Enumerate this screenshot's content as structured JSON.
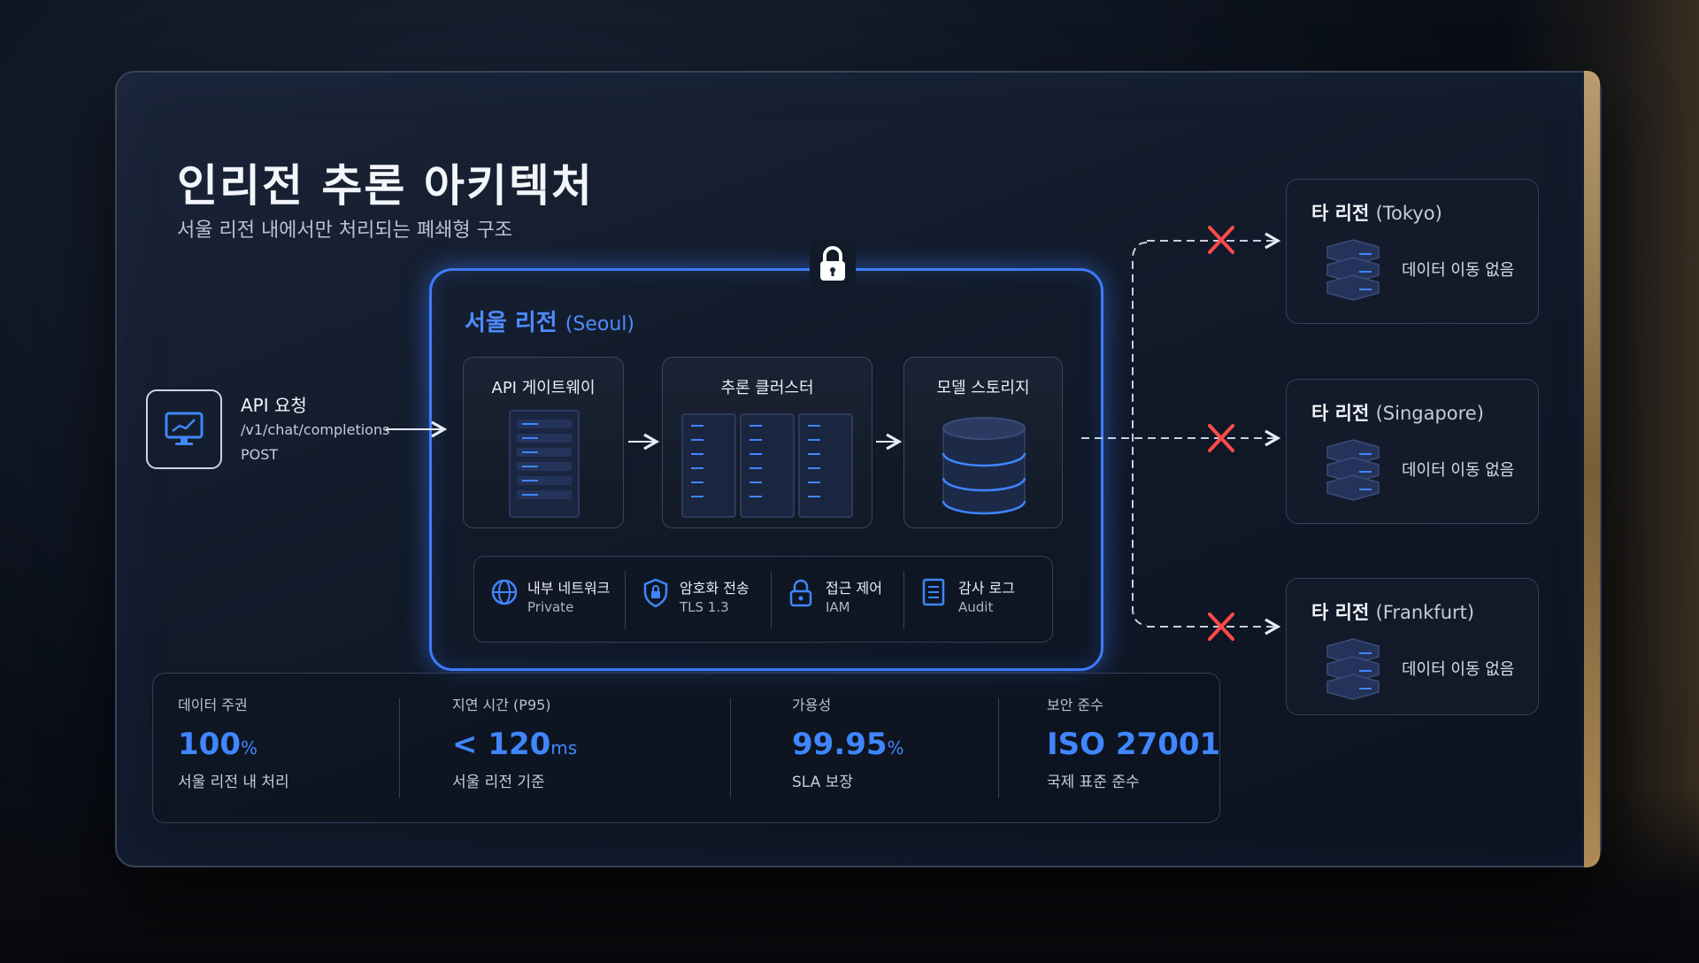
{
  "header": {
    "title": "인리전 추론 아키텍처",
    "subtitle": "서울 리전 내에서만 처리되는 폐쇄형 구조"
  },
  "api_request": {
    "title": "API 요청",
    "path": "/v1/chat/completions",
    "method": "POST",
    "icon": "monitor-icon"
  },
  "seoul_region": {
    "name": "서울 리전",
    "name_en": "(Seoul)",
    "border_color": "#3e7bff",
    "icon": "lock-icon",
    "components": [
      {
        "label": "API 게이트웨이",
        "icon": "server-rack-icon"
      },
      {
        "label": "추론 클러스터",
        "icon": "server-cluster-icon"
      },
      {
        "label": "모델 스토리지",
        "icon": "database-icon"
      }
    ],
    "security": [
      {
        "title": "내부 네트워크",
        "sub": "Private",
        "icon": "network-icon"
      },
      {
        "title": "암호화 전송",
        "sub": "TLS 1.3",
        "icon": "shield-icon"
      },
      {
        "title": "접근 제어",
        "sub": "IAM",
        "icon": "lock-icon"
      },
      {
        "title": "감사 로그",
        "sub": "Audit",
        "icon": "log-icon"
      }
    ]
  },
  "other_regions": [
    {
      "name": "타 리전",
      "name_en": "(Tokyo)",
      "status": "데이터 이동 없음",
      "icon": "server-stack-icon"
    },
    {
      "name": "타 리전",
      "name_en": "(Singapore)",
      "status": "데이터 이동 없음",
      "icon": "server-stack-icon"
    },
    {
      "name": "타 리전",
      "name_en": "(Frankfurt)",
      "status": "데이터 이동 없음",
      "icon": "server-stack-icon"
    }
  ],
  "blocked_marker_color": "#ff4a4a",
  "metrics": [
    {
      "label": "데이터 주권",
      "value": "100",
      "unit": "%",
      "sub": "서울 리전 내 처리"
    },
    {
      "label": "지연 시간 (P95)",
      "value": "< 120",
      "unit": "ms",
      "sub": "서울 리전 기준"
    },
    {
      "label": "가용성",
      "value": "99.95",
      "unit": "%",
      "sub": "SLA 보장"
    },
    {
      "label": "보안 준수",
      "value": "ISO 27001",
      "unit": "",
      "sub": "국제 표준 준수"
    }
  ],
  "accent_color": "#3f86ff"
}
